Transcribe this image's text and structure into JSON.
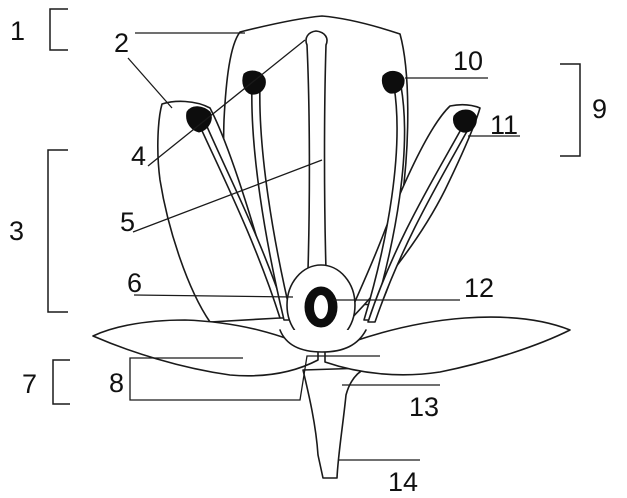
{
  "diagram": {
    "labels": {
      "l1": "1",
      "l2": "2",
      "l3": "3",
      "l4": "4",
      "l5": "5",
      "l6": "6",
      "l7": "7",
      "l8": "8",
      "l9": "9",
      "l10": "10",
      "l11": "11",
      "l12": "12",
      "l13": "13",
      "l14": "14"
    },
    "colors": {
      "stroke": "#1a1a1a",
      "fill": "#ffffff",
      "dark": "#0d0d0d",
      "text": "#111111"
    }
  }
}
